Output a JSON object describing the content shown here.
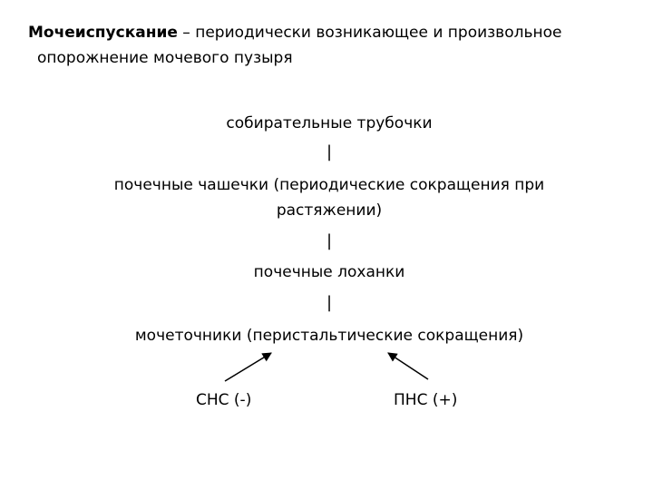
{
  "definition": {
    "term": "Мочеиспускание",
    "text_line1": " – периодически возникающее и произвольное",
    "text_line2": "опорожнение мочевого пузыря"
  },
  "flow": {
    "step1": "собирательные трубочки",
    "sep1": "|",
    "step2_line1": "почечные чашечки (периодические сокращения при",
    "step2_line2": "растяжении)",
    "sep2": "|",
    "step3": "почечные лоханки",
    "sep3": "|",
    "step4": "мочеточники (перистальтические сокращения)"
  },
  "innervation": {
    "left": "СНС (-)",
    "right": "ПНС (+)"
  }
}
